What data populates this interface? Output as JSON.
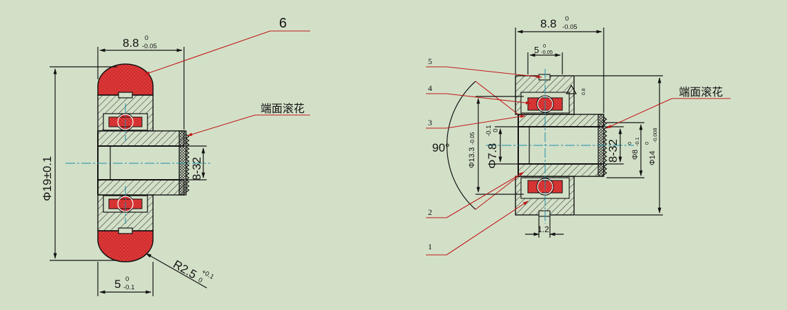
{
  "left_view": {
    "width_dim": "8.8",
    "width_tol_upper": "0",
    "width_tol_lower": "-0.05",
    "diameter_dim": "Φ19±0.1",
    "bottom_dim": "5",
    "bottom_tol_upper": "0",
    "bottom_tol_lower": "-0.1",
    "knurl_size": "8-32",
    "radius_dim": "R2.5",
    "radius_tol_upper": "+0.1",
    "radius_tol_lower": "0",
    "callout_6": "6",
    "knurl_note": "端面滚花"
  },
  "right_view": {
    "width_dim": "8.8",
    "width_tol_upper": "0",
    "width_tol_lower": "-0.05",
    "inner_width_dim": "5",
    "inner_width_tol_upper": "0",
    "inner_width_tol_lower": "-0.05",
    "angle_dim": "90°",
    "dia_13_3": "Φ13.3",
    "dia_13_3_tol": "-0.05",
    "dia_7_8": "Φ7.8",
    "dia_7_8_tol_upper": "-0.1",
    "dia_7_8_tol_lower": "0",
    "knurl_size": "8-32",
    "dia_8": "Φ8",
    "dia_8_tol_upper": "0",
    "dia_8_tol_lower": "-0.1",
    "dia_14": "Φ14",
    "dia_14_tol_upper": "0",
    "dia_14_tol_lower": "-0.008",
    "bottom_dim": "1.2",
    "chamfer_note": "0.8",
    "knurl_note": "端面滚花",
    "callouts": [
      "5",
      "4",
      "3",
      "2",
      "1"
    ]
  },
  "colors": {
    "background": "#d3e0c8",
    "rubber_tire": "#e23a3a",
    "bearing_ball": "#e52a2a",
    "leader_line": "#c01818",
    "center_line": "#1a8ca8",
    "outline": "#111111"
  }
}
